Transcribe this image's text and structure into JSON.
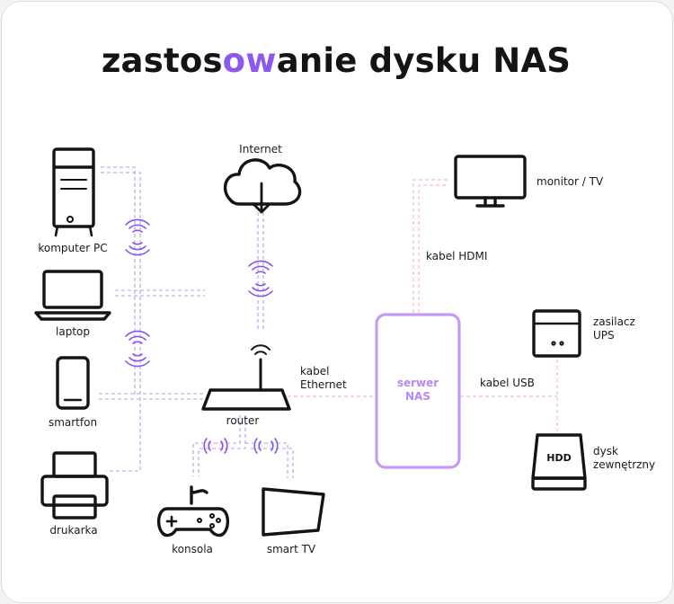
{
  "title": {
    "prefix": "zastos",
    "accent": "ow",
    "suffix": "anie dysku NAS"
  },
  "colors": {
    "accent": "#8e58ee",
    "nas_border": "#c49af5",
    "nas_text": "#b689f4",
    "ink": "#141414"
  },
  "devices": {
    "pc": "komputer PC",
    "laptop": "laptop",
    "smartphone": "smartfon",
    "printer": "drukarka",
    "internet": "Internet",
    "router": "router",
    "console": "konsola",
    "smarttv": "smart TV",
    "nas_line1": "serwer",
    "nas_line2": "NAS",
    "monitor": "monitor / TV",
    "ups_line1": "zasilacz",
    "ups_line2": "UPS",
    "hdd_badge": "HDD",
    "ext_line1": "dysk",
    "ext_line2": "zewnętrzny"
  },
  "links": {
    "ethernet_line1": "kabel",
    "ethernet_line2": "Ethernet",
    "hdmi": "kabel HDMI",
    "usb": "kabel USB"
  }
}
